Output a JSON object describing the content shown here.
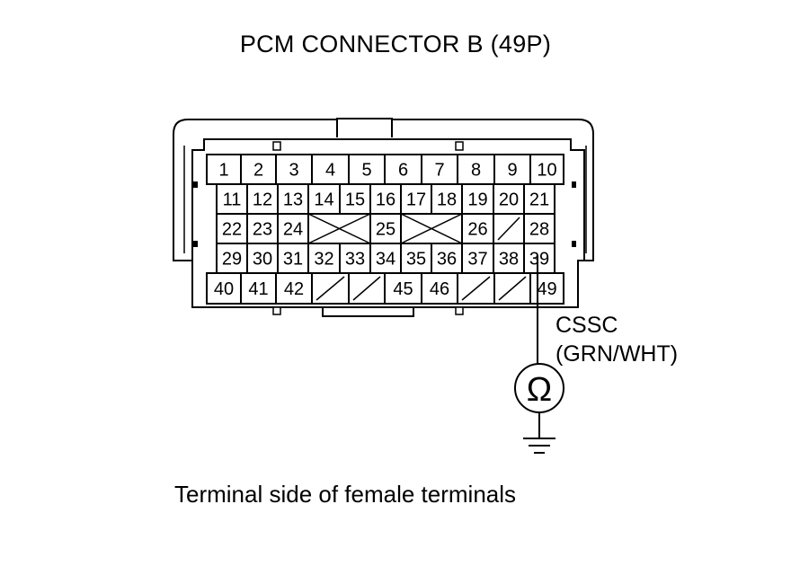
{
  "title": "PCM CONNECTOR B (49P)",
  "caption": "Terminal side of female terminals",
  "probe": {
    "signal": "CSSC",
    "wire_color": "(GRN/WHT)",
    "meter_symbol": "Ω",
    "meter_icon": "ohmmeter-icon",
    "ground_icon": "ground-icon"
  },
  "connector": {
    "pin_count": 49,
    "rows": [
      [
        "1",
        "2",
        "3",
        "4",
        "5",
        "6",
        "7",
        "8",
        "9",
        "10"
      ],
      [
        "11",
        "12",
        "13",
        "14",
        "15",
        "16",
        "17",
        "18",
        "19",
        "20",
        "21"
      ],
      [
        "22",
        "23",
        "24",
        "25",
        "26",
        "28"
      ],
      [
        "29",
        "30",
        "31",
        "32",
        "33",
        "34",
        "35",
        "36",
        "37",
        "38",
        "39"
      ],
      [
        "40",
        "41",
        "42",
        "45",
        "46",
        "49"
      ]
    ],
    "probed_terminal": "39"
  }
}
